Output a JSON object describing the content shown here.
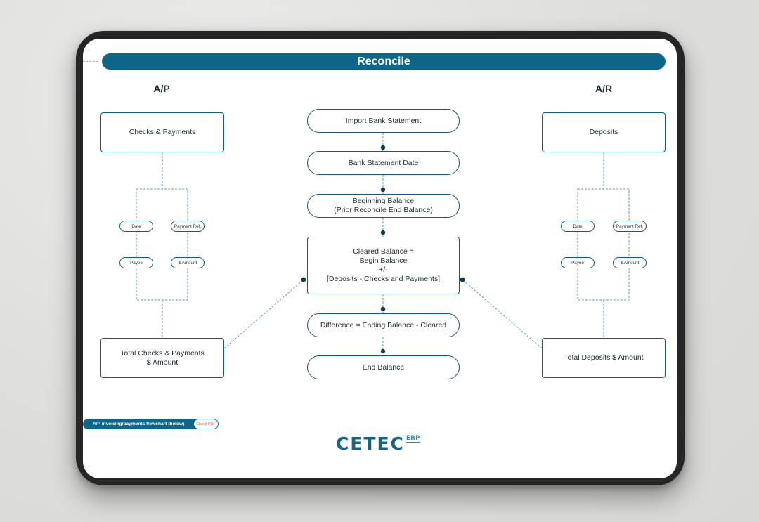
{
  "title": "Reconcile",
  "ap": {
    "label": "A/P",
    "top_box": "Checks & Payments",
    "fields": [
      "Date",
      "Payment Ref.",
      "Payee",
      "$ Amount"
    ],
    "total_line1": "Total Checks & Payments",
    "total_line2": "$ Amount"
  },
  "ar": {
    "label": "A/R",
    "top_box": "Deposits",
    "fields": [
      "Date",
      "Payment Ref.",
      "Payee",
      "$ Amount"
    ],
    "total": "Total Deposits $ Amount"
  },
  "center": {
    "import": "Import Bank Statement",
    "date": "Bank Statement Date",
    "begin_line1": "Beginning Balance",
    "begin_line2": "(Prior Reconcile End Balance)",
    "cleared_line1": "Cleared Balance =",
    "cleared_line2": "Begin Balance",
    "cleared_line3": "+/-",
    "cleared_line4": "[Deposits - Checks and Payments]",
    "difference": "Difference = Ending Balance - Cleared",
    "end": "End Balance"
  },
  "footer": {
    "tag": "A/P invoicing/payments flowchart (below)",
    "button": "Check PDF"
  },
  "logo": {
    "main": "CETEC",
    "sub": "ERP"
  },
  "colors": {
    "primary": "#0f6587",
    "box_border": "#12597b",
    "connector": "#4fa3b5"
  }
}
